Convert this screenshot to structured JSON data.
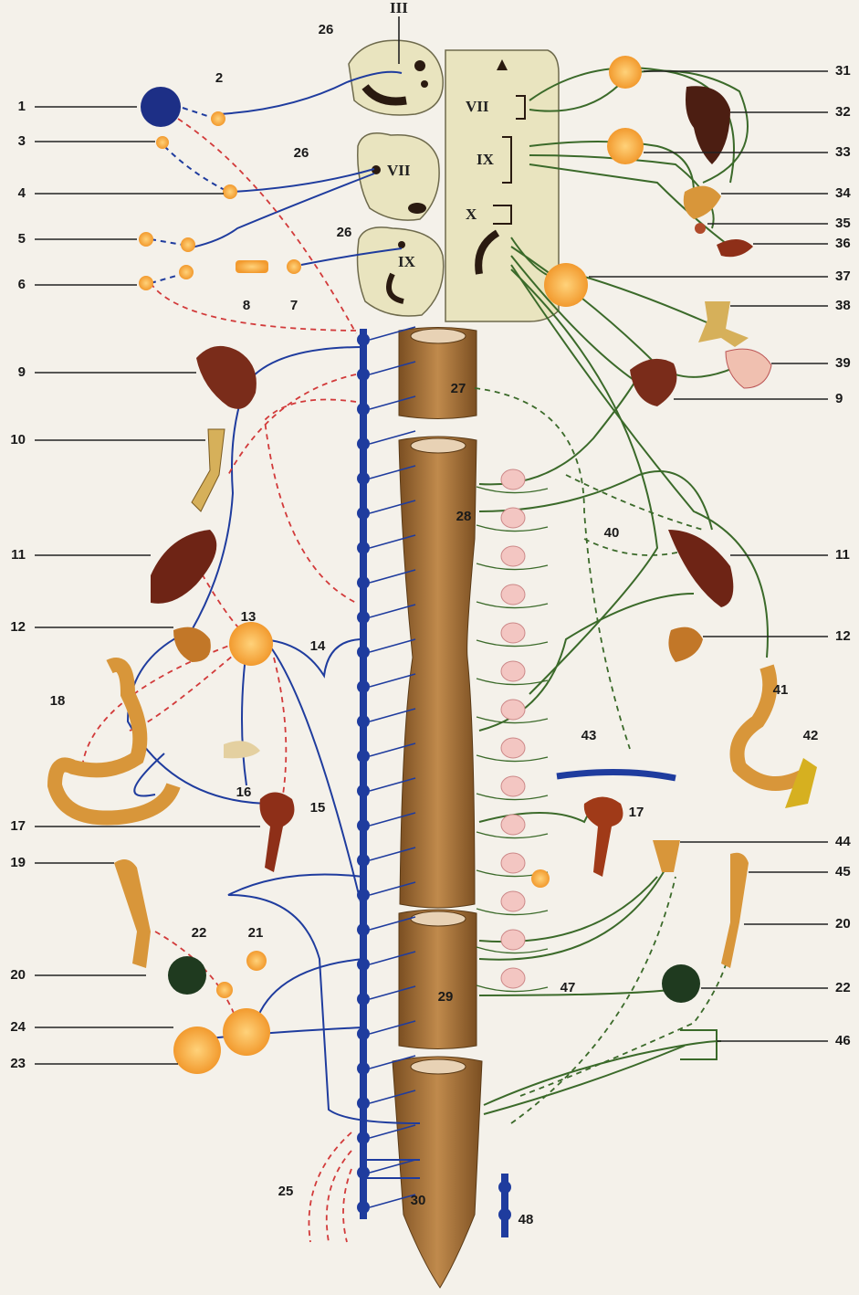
{
  "labels": {
    "left": [
      "1",
      "3",
      "4",
      "5",
      "6",
      "9",
      "10",
      "11",
      "12",
      "17",
      "19",
      "20",
      "24",
      "23"
    ],
    "right": [
      "31",
      "32",
      "33",
      "34",
      "35",
      "36",
      "37",
      "38",
      "39",
      "9",
      "11",
      "12",
      "44",
      "45",
      "20",
      "22",
      "46"
    ],
    "inner": [
      "2",
      "8",
      "7",
      "13",
      "14",
      "15",
      "16",
      "18",
      "21",
      "22",
      "25",
      "26",
      "26",
      "26",
      "27",
      "28",
      "29",
      "30",
      "40",
      "41",
      "42",
      "43",
      "17",
      "47",
      "48"
    ]
  },
  "roman": [
    "III",
    "VII",
    "IX",
    "VII",
    "IX",
    "X"
  ],
  "colors": {
    "sympathetic": "#1f3c9e",
    "parasympathetic": "#3b6a2a",
    "preganglionic_dashed": "#d23a3a",
    "cord": "#9a6a32",
    "ganglion": "#f2a640",
    "organ": "#8b3b22",
    "brainstem": "#e9e4bf"
  }
}
